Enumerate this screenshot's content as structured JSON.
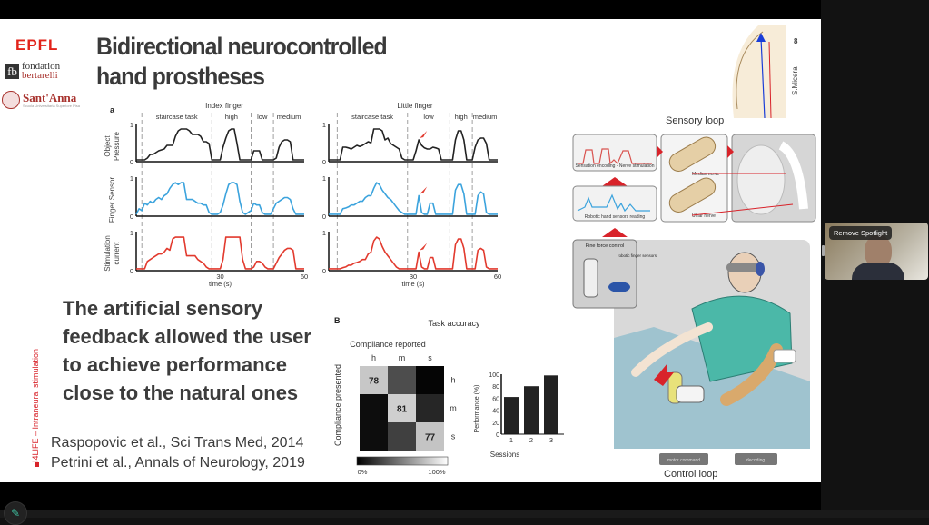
{
  "window": {
    "spotlight_button": "Remove Spotlight",
    "annotate_icon": "pencil-icon"
  },
  "slide": {
    "logos": {
      "epfl": "EPFL",
      "fondation_line1": "fondation",
      "fondation_line2": "bertarelli",
      "fb_mark": "fb",
      "santanna": "Sant'Anna",
      "santanna_sub": "Scuola Universitaria Superiore Pisa"
    },
    "title_line1": "Bidirectional neurocontrolled",
    "title_line2": "hand prostheses",
    "slide_number": "8",
    "author_tag": "S.Micera",
    "side_label": "I4LIFE – Intraneural stimulation",
    "main_text": [
      "The artificial sensory",
      "feedback allowed the user",
      "to achieve performance",
      "close to the natural ones"
    ],
    "references": [
      "Raspopovic et al., Sci Trans Med, 2014",
      "Petrini et al., Annals of Neurology, 2019"
    ],
    "sensory_loop": {
      "title": "Sensory loop",
      "box1": "Sensation encoding - Nerve stimulation",
      "box2": "Robotic hand sensors reading",
      "median": "Median nerve",
      "ulnar": "Ulnar nerve"
    },
    "control_loop": {
      "title": "Control loop",
      "fine_force": "Fine force control",
      "finger_sensors": "robotic finger sensors",
      "motor_command": "motor command",
      "decoding": "decoding"
    }
  },
  "chart_data": [
    {
      "type": "line",
      "panel_label": "a",
      "title": "Index finger",
      "xlabel": "time (s)",
      "xlim": [
        0,
        60
      ],
      "xticks": [
        "0",
        "30",
        "60"
      ],
      "ylim": [
        0,
        1
      ],
      "phases": [
        {
          "label": "staircase task",
          "start": 2,
          "end": 27
        },
        {
          "label": "high",
          "start": 27,
          "end": 41
        },
        {
          "label": "low",
          "start": 41,
          "end": 49
        },
        {
          "label": "medium",
          "start": 49,
          "end": 60
        }
      ],
      "rows": [
        {
          "name": "Object Pressure",
          "ylabel": [
            "Object",
            "Pressure"
          ],
          "color": "#222222",
          "x": [
            0,
            3,
            4,
            5,
            6,
            7,
            8,
            10,
            11,
            13,
            14,
            15,
            16,
            18,
            19,
            20,
            22,
            23,
            24,
            25,
            26,
            27,
            28,
            29,
            30,
            31,
            32,
            33,
            34,
            35,
            36,
            37,
            38,
            39,
            40,
            41,
            42,
            43,
            44,
            45,
            46,
            47,
            48,
            49,
            50,
            51,
            52,
            53,
            54,
            55,
            56,
            57,
            58,
            59,
            60
          ],
          "y": [
            0.05,
            0.05,
            0.1,
            0.2,
            0.2,
            0.25,
            0.3,
            0.35,
            0.45,
            0.45,
            0.7,
            0.85,
            0.9,
            0.9,
            0.85,
            0.75,
            0.75,
            0.7,
            0.55,
            0.55,
            0.5,
            0.05,
            0.05,
            0.05,
            0.05,
            0.4,
            0.65,
            0.85,
            0.9,
            0.9,
            0.5,
            0.05,
            0.05,
            0.05,
            0.05,
            0.05,
            0.3,
            0.3,
            0.3,
            0.05,
            0.05,
            0.05,
            0.05,
            0.05,
            0.1,
            0.4,
            0.55,
            0.6,
            0.6,
            0.55,
            0.05,
            0.05,
            0.05,
            0.05,
            0.05
          ]
        },
        {
          "name": "Finger Sensor",
          "ylabel": [
            "Finger Sensor"
          ],
          "color": "#3ba3dd",
          "x": [
            0,
            1,
            2,
            3,
            4,
            5,
            6,
            7,
            8,
            9,
            10,
            11,
            12,
            13,
            14,
            15,
            16,
            17,
            18,
            19,
            20,
            21,
            22,
            23,
            24,
            25,
            26,
            27,
            28,
            29,
            30,
            31,
            32,
            33,
            34,
            35,
            36,
            37,
            38,
            39,
            40,
            41,
            42,
            43,
            44,
            45,
            46,
            47,
            48,
            49,
            50,
            51,
            52,
            53,
            54,
            55,
            56,
            57,
            58,
            59,
            60
          ],
          "y": [
            0.05,
            0.2,
            0.15,
            0.35,
            0.3,
            0.4,
            0.35,
            0.45,
            0.5,
            0.45,
            0.55,
            0.6,
            0.75,
            0.85,
            0.9,
            0.85,
            0.9,
            0.9,
            0.45,
            0.45,
            0.45,
            0.4,
            0.35,
            0.35,
            0.3,
            0.3,
            0.1,
            0.05,
            0.05,
            0.05,
            0.1,
            0.3,
            0.6,
            0.85,
            0.9,
            0.9,
            0.85,
            0.4,
            0.1,
            0.05,
            0.1,
            0.15,
            0.35,
            0.3,
            0.3,
            0.1,
            0.05,
            0.05,
            0.05,
            0.2,
            0.35,
            0.4,
            0.45,
            0.5,
            0.5,
            0.45,
            0.2,
            0.05,
            0.05,
            0.05,
            0.05
          ]
        },
        {
          "name": "Stimulation current",
          "ylabel": [
            "Stimulation",
            "current"
          ],
          "color": "#e23a2e",
          "x": [
            0,
            3,
            4,
            5,
            6,
            7,
            8,
            9,
            10,
            11,
            12,
            13,
            14,
            15,
            16,
            17,
            18,
            19,
            20,
            21,
            22,
            23,
            24,
            25,
            26,
            27,
            28,
            29,
            30,
            31,
            32,
            33,
            34,
            35,
            36,
            37,
            38,
            39,
            40,
            41,
            42,
            43,
            44,
            45,
            46,
            47,
            48,
            49,
            50,
            51,
            52,
            53,
            54,
            55,
            56,
            57,
            58,
            59,
            60
          ],
          "y": [
            0.05,
            0.05,
            0.25,
            0.3,
            0.35,
            0.4,
            0.45,
            0.45,
            0.5,
            0.6,
            0.55,
            0.85,
            0.9,
            0.9,
            0.9,
            0.9,
            0.4,
            0.4,
            0.4,
            0.4,
            0.3,
            0.25,
            0.2,
            0.1,
            0.05,
            0.05,
            0.05,
            0.05,
            0.05,
            0.3,
            0.9,
            0.9,
            0.9,
            0.9,
            0.9,
            0.9,
            0.3,
            0.05,
            0.05,
            0.05,
            0.1,
            0.25,
            0.25,
            0.2,
            0.1,
            0.05,
            0.05,
            0.05,
            0.2,
            0.35,
            0.45,
            0.55,
            0.6,
            0.6,
            0.55,
            0.05,
            0.05,
            0.05,
            0.05
          ]
        }
      ]
    },
    {
      "type": "line",
      "title": "Little finger",
      "xlabel": "time (s)",
      "xlim": [
        0,
        60
      ],
      "xticks": [
        "0",
        "30",
        "60"
      ],
      "ylim": [
        0,
        1
      ],
      "phases": [
        {
          "label": "staircase task",
          "start": 3,
          "end": 28
        },
        {
          "label": "low",
          "start": 28,
          "end": 43
        },
        {
          "label": "high",
          "start": 43,
          "end": 51
        },
        {
          "label": "medium",
          "start": 51,
          "end": 60
        }
      ],
      "annotation": "red arrow marking a transient peak in the low phase",
      "rows": [
        {
          "name": "Object Pressure",
          "color": "#222222",
          "x": [
            0,
            4,
            5,
            6,
            7,
            8,
            9,
            10,
            11,
            12,
            13,
            14,
            15,
            16,
            17,
            18,
            19,
            20,
            21,
            22,
            23,
            24,
            25,
            26,
            27,
            28,
            29,
            30,
            31,
            32,
            33,
            34,
            35,
            36,
            37,
            38,
            39,
            40,
            41,
            42,
            43,
            44,
            45,
            46,
            47,
            48,
            49,
            50,
            51,
            52,
            53,
            54,
            55,
            56,
            57,
            58,
            59,
            60
          ],
          "y": [
            0.05,
            0.05,
            0.4,
            0.4,
            0.38,
            0.35,
            0.4,
            0.45,
            0.42,
            0.45,
            0.5,
            0.55,
            0.52,
            0.9,
            0.9,
            0.9,
            0.85,
            0.6,
            0.65,
            0.5,
            0.45,
            0.4,
            0.35,
            0.1,
            0.05,
            0.05,
            0.05,
            0.05,
            0.3,
            0.6,
            0.45,
            0.38,
            0.35,
            0.35,
            0.4,
            0.38,
            0.35,
            0.05,
            0.05,
            0.05,
            0.05,
            0.05,
            0.6,
            0.85,
            0.85,
            0.6,
            0.05,
            0.05,
            0.05,
            0.4,
            0.6,
            0.65,
            0.65,
            0.5,
            0.05,
            0.05,
            0.05,
            0.05
          ]
        },
        {
          "name": "Finger Sensor",
          "color": "#3ba3dd",
          "x": [
            0,
            4,
            5,
            6,
            7,
            8,
            9,
            10,
            11,
            12,
            13,
            14,
            15,
            16,
            17,
            18,
            19,
            20,
            21,
            22,
            23,
            24,
            25,
            26,
            27,
            28,
            29,
            30,
            31,
            32,
            33,
            34,
            35,
            36,
            37,
            38,
            39,
            40,
            41,
            42,
            43,
            44,
            45,
            46,
            47,
            48,
            49,
            50,
            51,
            52,
            53,
            54,
            55,
            56,
            57,
            58,
            59,
            60
          ],
          "y": [
            0.05,
            0.05,
            0.2,
            0.22,
            0.25,
            0.3,
            0.3,
            0.35,
            0.4,
            0.4,
            0.5,
            0.55,
            0.55,
            0.75,
            0.9,
            0.85,
            0.7,
            0.6,
            0.5,
            0.45,
            0.35,
            0.25,
            0.15,
            0.1,
            0.05,
            0.05,
            0.05,
            0.05,
            0.05,
            0.55,
            0.1,
            0.05,
            0.05,
            0.35,
            0.35,
            0.05,
            0.05,
            0.05,
            0.05,
            0.05,
            0.05,
            0.05,
            0.7,
            0.85,
            0.85,
            0.6,
            0.05,
            0.05,
            0.05,
            0.05,
            0.55,
            0.65,
            0.6,
            0.1,
            0.05,
            0.05,
            0.05,
            0.05
          ]
        },
        {
          "name": "Stimulation current",
          "color": "#e23a2e",
          "x": [
            0,
            4,
            5,
            6,
            7,
            8,
            9,
            10,
            11,
            12,
            13,
            14,
            15,
            16,
            17,
            18,
            19,
            20,
            21,
            22,
            23,
            24,
            25,
            26,
            27,
            28,
            29,
            30,
            31,
            32,
            33,
            34,
            35,
            36,
            37,
            38,
            39,
            40,
            41,
            42,
            43,
            44,
            45,
            46,
            47,
            48,
            49,
            50,
            51,
            52,
            53,
            54,
            55,
            56,
            57,
            58,
            59,
            60
          ],
          "y": [
            0.05,
            0.05,
            0.08,
            0.1,
            0.15,
            0.15,
            0.2,
            0.22,
            0.25,
            0.3,
            0.3,
            0.45,
            0.5,
            0.8,
            0.9,
            0.85,
            0.65,
            0.5,
            0.4,
            0.3,
            0.2,
            0.1,
            0.05,
            0.05,
            0.05,
            0.05,
            0.05,
            0.05,
            0.05,
            0.5,
            0.1,
            0.05,
            0.05,
            0.35,
            0.35,
            0.05,
            0.05,
            0.05,
            0.05,
            0.05,
            0.05,
            0.05,
            0.7,
            0.85,
            0.85,
            0.6,
            0.05,
            0.05,
            0.05,
            0.05,
            0.55,
            0.6,
            0.55,
            0.1,
            0.05,
            0.05,
            0.05,
            0.05
          ]
        }
      ]
    },
    {
      "type": "heatmap",
      "panel_label": "B",
      "title": "Task accuracy",
      "xlabel": "Compliance reported",
      "ylabel": "Compliance presented",
      "x_categories": [
        "h",
        "m",
        "s"
      ],
      "y_categories": [
        "h",
        "m",
        "s"
      ],
      "values": [
        [
          78,
          30,
          2
        ],
        [
          5,
          81,
          15
        ],
        [
          5,
          25,
          77
        ]
      ],
      "labeled_cells": [
        78,
        81,
        77
      ],
      "colorbar": {
        "min_label": "0%",
        "max_label": "100%",
        "range": [
          0,
          100
        ]
      }
    },
    {
      "type": "bar",
      "categories": [
        "1",
        "2",
        "3"
      ],
      "values": [
        62,
        80,
        98
      ],
      "xlabel": "Sessions",
      "ylabel": "Performance (%)",
      "ylim": [
        0,
        100
      ],
      "yticks": [
        "0",
        "20",
        "40",
        "60",
        "80",
        "100"
      ]
    }
  ]
}
